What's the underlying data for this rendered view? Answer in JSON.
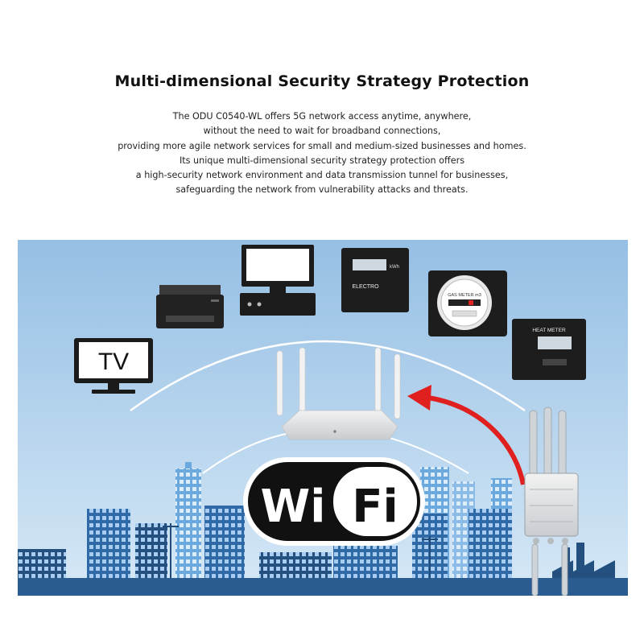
{
  "headline": "Multi-dimensional Security Strategy Protection",
  "description": [
    "The ODU C0540-WL offers 5G network access anytime, anywhere,",
    "without the need to wait for broadband connections,",
    "providing more agile network services for small and medium-sized businesses and homes.",
    "Its unique multi-dimensional security strategy protection offers",
    "a high-security network environment and data transmission tunnel for businesses,",
    "safeguarding the network from vulnerability attacks and threats."
  ],
  "illustration": {
    "tv_label": "TV",
    "electro_label": "ELECTRO",
    "kwh_label": "kWh",
    "gas_meter_label": "GAS METER m3",
    "heat_meter_label": "HEAT METER",
    "wifi_logo": [
      "Wi",
      "Fi"
    ],
    "colors": {
      "sky_top": "#9cc3e6",
      "sky_bottom": "#cfe3f3",
      "city_dark": "#23507f",
      "city_mid": "#2f6aa6",
      "city_light": "#6aa8dd",
      "arrow": "#e01f1f"
    }
  }
}
